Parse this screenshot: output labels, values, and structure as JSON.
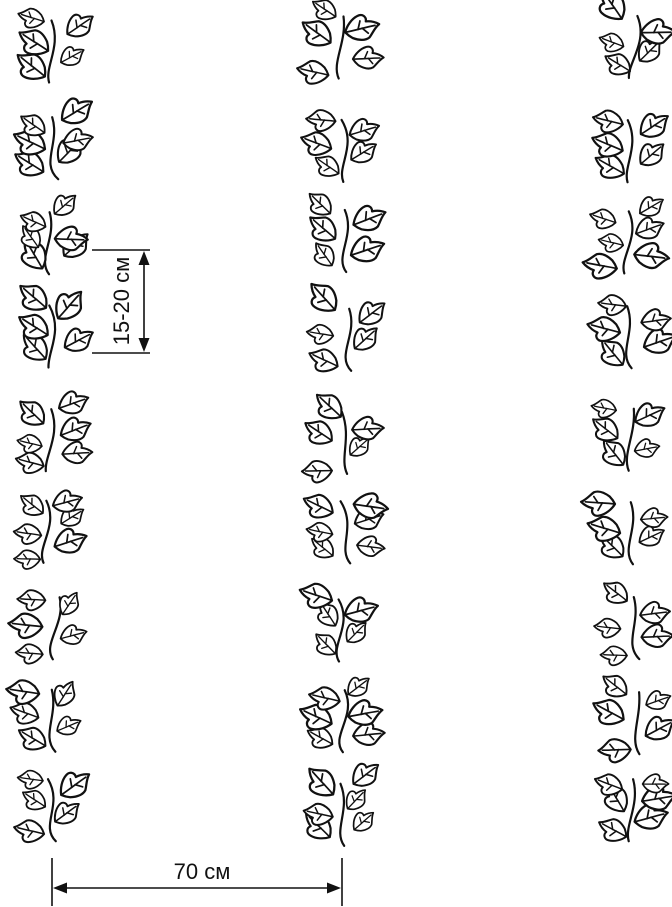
{
  "diagram": {
    "rows_spacing_label": "15-20 см",
    "row_gap_label": "70 см",
    "columns": 3,
    "plants_per_column": 9
  },
  "colors": {
    "ink": "#111111",
    "background": "#ffffff"
  }
}
